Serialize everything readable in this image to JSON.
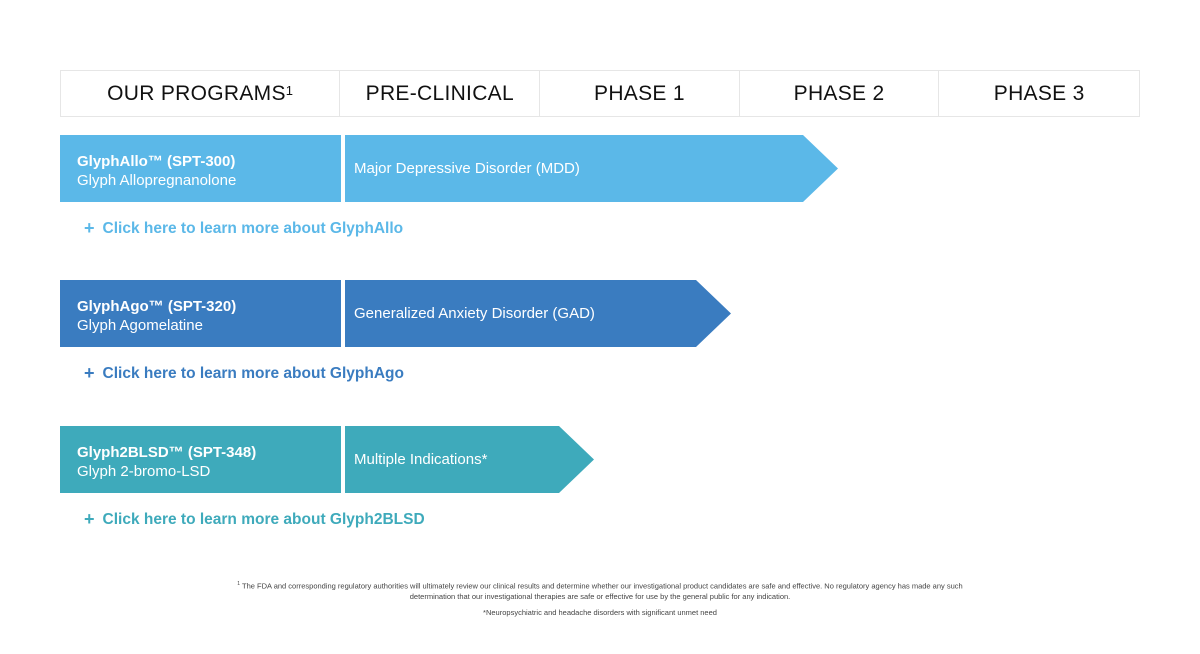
{
  "header": {
    "programs": "OUR PROGRAMS",
    "programs_sup": "1",
    "preclinical": "PRE-CLINICAL",
    "phase1": "PHASE 1",
    "phase2": "PHASE 2",
    "phase3": "PHASE 3"
  },
  "programs": [
    {
      "code": "GlyphAllo™ (SPT-300)",
      "name": "Glyph Allopregnanolone",
      "indication": "Major Depressive Disorder (MDD)",
      "link": "Click here to learn more about GlyphAllo",
      "color": "#5bb8e8"
    },
    {
      "code": "GlyphAgo™ (SPT-320)",
      "name": "Glyph Agomelatine",
      "indication": "Generalized Anxiety Disorder (GAD)",
      "link": "Click here to learn more about GlyphAgo",
      "color": "#3a7cc0"
    },
    {
      "code": "Glyph2BLSD™ (SPT-348)",
      "name": "Glyph 2-bromo-LSD",
      "indication": "Multiple Indications*",
      "link": "Click here to learn more about Glyph2BLSD",
      "color": "#3eaabb"
    }
  ],
  "link_icon": "plus-icon",
  "footnotes": {
    "sup": "1",
    "line1": "The FDA and corresponding regulatory authorities will ultimately review our clinical results and determine whether our investigational product candidates are safe and effective. No regulatory agency has made any such",
    "line2": "determination that our investigational therapies are safe or effective for use by the general public for any indication.",
    "asterisk": "*Neuropsychiatric and headache disorders with significant unmet need"
  }
}
